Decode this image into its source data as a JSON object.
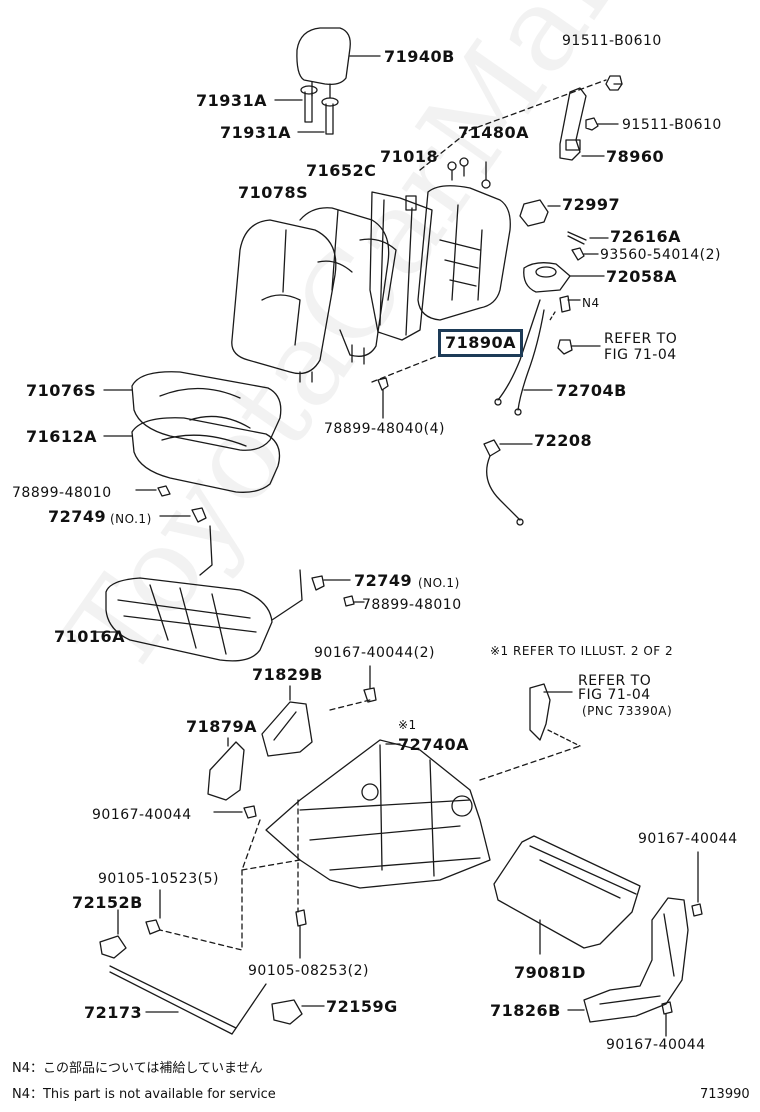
{
  "labels": {
    "p71940B": "71940B",
    "p71931A_1": "71931A",
    "p71931A_2": "71931A",
    "p91511_top": "91511-B0610",
    "p91511_mid": "91511-B0610",
    "p71480A": "71480A",
    "p71018": "71018",
    "p71652C": "71652C",
    "p71078S": "71078S",
    "p78960": "78960",
    "p72997": "72997",
    "p72616A": "72616A",
    "p93560": "93560-54014(2)",
    "p72058A": "72058A",
    "pN4": "N4",
    "pRefer1a": "REFER TO",
    "pRefer1b": "FIG 71-04",
    "p71890A": "71890A",
    "p72704B": "72704B",
    "p71076S": "71076S",
    "p78899_48040": "78899-48040(4)",
    "p71612A": "71612A",
    "p72208": "72208",
    "p78899_48010_a": "78899-48010",
    "p72749_a": "72749",
    "p72749_a_no": "(NO.1)",
    "p72749_b": "72749",
    "p72749_b_no": "(NO.1)",
    "p78899_48010_b": "78899-48010",
    "p71016A": "71016A",
    "p90167_40044_2": "90167-40044(2)",
    "pNote1": "※1 REFER TO ILLUST. 2 OF 2",
    "p71829B": "71829B",
    "pRefer2a": "REFER TO",
    "pRefer2b": "FIG 71-04",
    "pRefer2c": "(PNC 73390A)",
    "pMark1": "※1",
    "p72740A": "72740A",
    "p71879A": "71879A",
    "p90167_40044_a": "90167-40044",
    "p90167_40044_b": "90167-40044",
    "p90105_10523": "90105-10523(5)",
    "p72152B": "72152B",
    "p90105_08253": "90105-08253(2)",
    "p79081D": "79081D",
    "p72173": "72173",
    "p72159G": "72159G",
    "p71826B": "71826B",
    "p90167_40044_c": "90167-40044",
    "footnote_jp": "N4：この部品については補給していません",
    "footnote_en": "N4：This part is not available for service",
    "figure_number": "713990"
  },
  "colors": {
    "line": "#1a1a1a",
    "highlight_border": "#1d3b57"
  }
}
